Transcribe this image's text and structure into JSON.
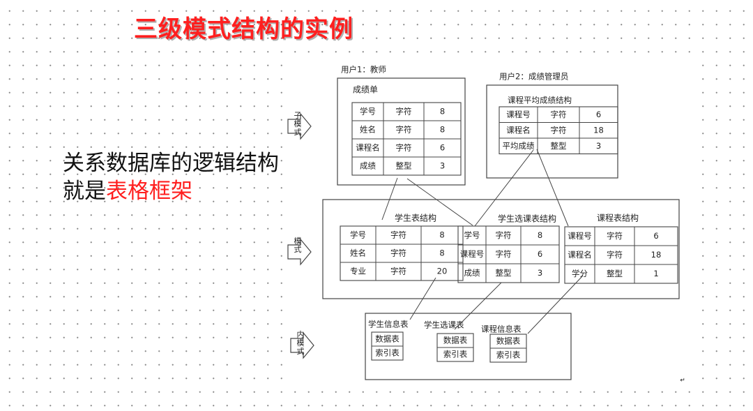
{
  "title": "三级模式结构的实例",
  "caption": {
    "line1": "关系数据库的逻辑结构",
    "line2_prefix": "就是",
    "line2_highlight": "表格框架"
  },
  "diagram": {
    "level_labels": {
      "sub_schema": "子模式",
      "schema": "模式",
      "internal_schema": "内模式"
    },
    "sub_schemas": [
      {
        "user": "用户1：教师",
        "table": "成绩单",
        "rows": [
          [
            "学号",
            "字符",
            "8"
          ],
          [
            "姓名",
            "字符",
            "8"
          ],
          [
            "课程名",
            "字符",
            "6"
          ],
          [
            "成绩",
            "整型",
            "3"
          ]
        ]
      },
      {
        "user": "用户2：成绩管理员",
        "table": "课程平均成绩结构",
        "rows": [
          [
            "课程号",
            "字符",
            "6"
          ],
          [
            "课程名",
            "字符",
            "18"
          ],
          [
            "平均成绩",
            "整型",
            "3"
          ]
        ]
      }
    ],
    "schemas": [
      {
        "name": "学生表结构",
        "rows": [
          [
            "学号",
            "字符",
            "8"
          ],
          [
            "姓名",
            "字符",
            "8"
          ],
          [
            "专业",
            "字符",
            "20"
          ]
        ]
      },
      {
        "name": "学生选课表结构",
        "rows": [
          [
            "学号",
            "字符",
            "8"
          ],
          [
            "课程号",
            "字符",
            "6"
          ],
          [
            "成绩",
            "整型",
            "3"
          ]
        ]
      },
      {
        "name": "课程表结构",
        "rows": [
          [
            "课程号",
            "字符",
            "6"
          ],
          [
            "课程名",
            "字符",
            "18"
          ],
          [
            "学分",
            "整型",
            "1"
          ]
        ]
      }
    ],
    "internal": [
      {
        "name": "学生信息表",
        "items": [
          "数据表",
          "索引表"
        ]
      },
      {
        "name": "学生选课表",
        "items": [
          "数据表",
          "索引表"
        ]
      },
      {
        "name": "课程信息表",
        "items": [
          "数据表",
          "索引表"
        ]
      }
    ]
  }
}
